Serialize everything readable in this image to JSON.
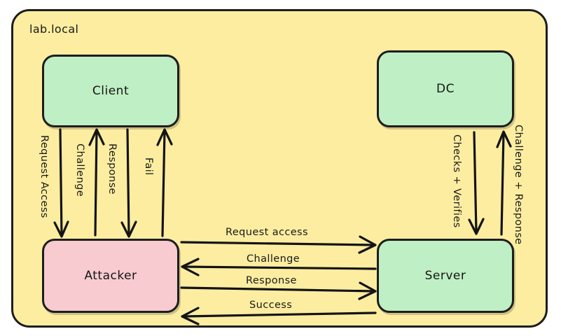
{
  "diagram": {
    "type": "network-auth-relay-diagram",
    "domain_label": "lab.local",
    "colors": {
      "domain_fill": "#fceda0",
      "node_green": "#bfefc4",
      "node_pink": "#f7cbd0",
      "stroke": "#141414",
      "page_background": "#ffffff"
    },
    "nodes": [
      {
        "id": "client",
        "label": "Client",
        "fill": "green"
      },
      {
        "id": "dc",
        "label": "DC",
        "fill": "green"
      },
      {
        "id": "attacker",
        "label": "Attacker",
        "fill": "pink"
      },
      {
        "id": "server",
        "label": "Server",
        "fill": "green"
      }
    ],
    "edges": [
      {
        "id": "e1",
        "label": "Request Access",
        "from": "client",
        "to": "attacker",
        "direction": "down"
      },
      {
        "id": "e2",
        "label": "Challenge",
        "from": "attacker",
        "to": "client",
        "direction": "up"
      },
      {
        "id": "e3",
        "label": "Response",
        "from": "client",
        "to": "attacker",
        "direction": "down"
      },
      {
        "id": "e4",
        "label": "Fail",
        "from": "attacker",
        "to": "client",
        "direction": "up"
      },
      {
        "id": "e5",
        "label": "Request access",
        "from": "attacker",
        "to": "server",
        "direction": "right"
      },
      {
        "id": "e6",
        "label": "Challenge",
        "from": "server",
        "to": "attacker",
        "direction": "left"
      },
      {
        "id": "e7",
        "label": "Response",
        "from": "attacker",
        "to": "server",
        "direction": "right"
      },
      {
        "id": "e8",
        "label": "Success",
        "from": "server",
        "to": "attacker",
        "direction": "left"
      },
      {
        "id": "e9",
        "label": "Checks + Verifies",
        "from": "dc",
        "to": "server",
        "direction": "down"
      },
      {
        "id": "e10",
        "label": "Challenge + Response",
        "from": "server",
        "to": "dc",
        "direction": "up"
      }
    ]
  }
}
